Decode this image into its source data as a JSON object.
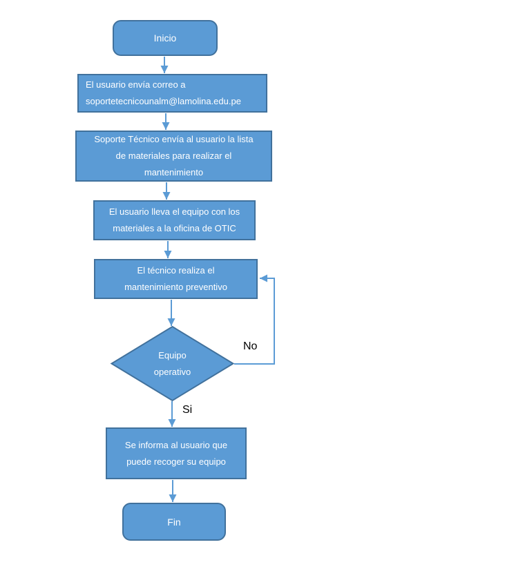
{
  "colors": {
    "background": "#ffffff",
    "shape_fill": "#5b9bd5",
    "shape_border": "#41719c",
    "arrow": "#5b9bd5",
    "shape_text": "#ffffff",
    "edge_label_text": "#000000"
  },
  "flowchart": {
    "start": {
      "label": "Inicio"
    },
    "process1": {
      "line1": "El usuario envía correo a",
      "line2": "soportetecnicounalm@lamolina.edu.pe"
    },
    "process2": {
      "line1": "Soporte Técnico envía al usuario la lista",
      "line2": "de materiales para realizar el",
      "line3": "mantenimiento"
    },
    "process3": {
      "line1": "El usuario lleva el equipo con los",
      "line2": "materiales a la oficina de OTIC"
    },
    "process4": {
      "line1": "El técnico realiza el",
      "line2": "mantenimiento preventivo"
    },
    "decision": {
      "line1": "Equipo",
      "line2": "operativo"
    },
    "process5": {
      "line1": "Se informa al usuario que",
      "line2": "puede recoger su equipo"
    },
    "end": {
      "label": "Fin"
    },
    "edges": {
      "no_label": "No",
      "si_label": "Si"
    }
  }
}
